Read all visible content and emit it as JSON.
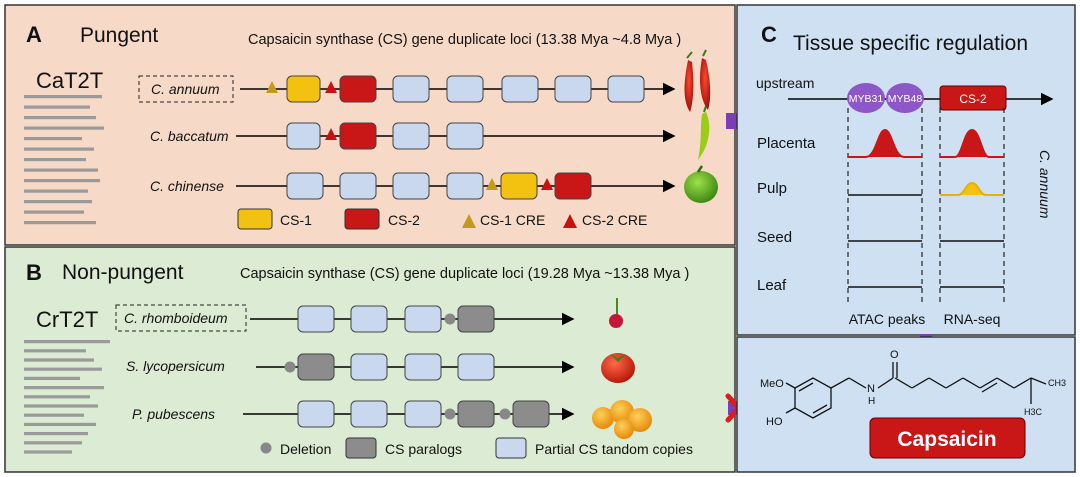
{
  "colors": {
    "panel_a_bg": "#f7d9c7",
    "panel_b_bg": "#dcebd3",
    "panel_c_bg": "#cfe0f2",
    "cs1": "#f3c10f",
    "cs2": "#c91616",
    "cs1_cre": "#c49a1c",
    "cs2_cre": "#c81212",
    "paralog": "#8c8c8c",
    "partial": "#c9d7ef",
    "deletion": "#888888",
    "myb": "#8e57c8",
    "arrow": "#7a3fb5"
  },
  "panel_a": {
    "letter": "A",
    "title": "Pungent",
    "genome": "CaT2T",
    "header": "Capsaicin synthase (CS) gene duplicate loci (13.38 Mya ~4.8 Mya )",
    "species": [
      "C. annuum",
      "C. baccatum",
      "C. chinense"
    ],
    "legend": {
      "cs1": "CS-1",
      "cs2": "CS-2",
      "cs1_cre": "CS-1 CRE",
      "cs2_cre": "CS-2 CRE"
    }
  },
  "panel_b": {
    "letter": "B",
    "title": "Non-pungent",
    "genome": "CrT2T",
    "header": "Capsaicin synthase (CS) gene duplicate loci (19.28 Mya ~13.38 Mya )",
    "species": [
      "C. rhomboideum",
      "S. lycopersicum",
      "P. pubescens"
    ],
    "legend": {
      "deletion": "Deletion",
      "paralogs": "CS paralogs",
      "partial": "Partial CS tandom copies"
    }
  },
  "panel_c": {
    "letter": "C",
    "title": "Tissue specific regulation",
    "upstream": "upstream",
    "myb1": "MYB31",
    "myb2": "MYB48",
    "cs2": "CS-2",
    "tissues": [
      "Placenta",
      "Pulp",
      "Seed",
      "Leaf"
    ],
    "col1": "ATAC peaks",
    "col2": "RNA-seq",
    "species": "C. annuum"
  },
  "panel_d": {
    "label": "Capsaicin",
    "meo": "MeO",
    "ho": "HO",
    "nh": "N",
    "h": "H",
    "o": "O",
    "ch3a": "CH3",
    "ch3b": "H3C"
  }
}
